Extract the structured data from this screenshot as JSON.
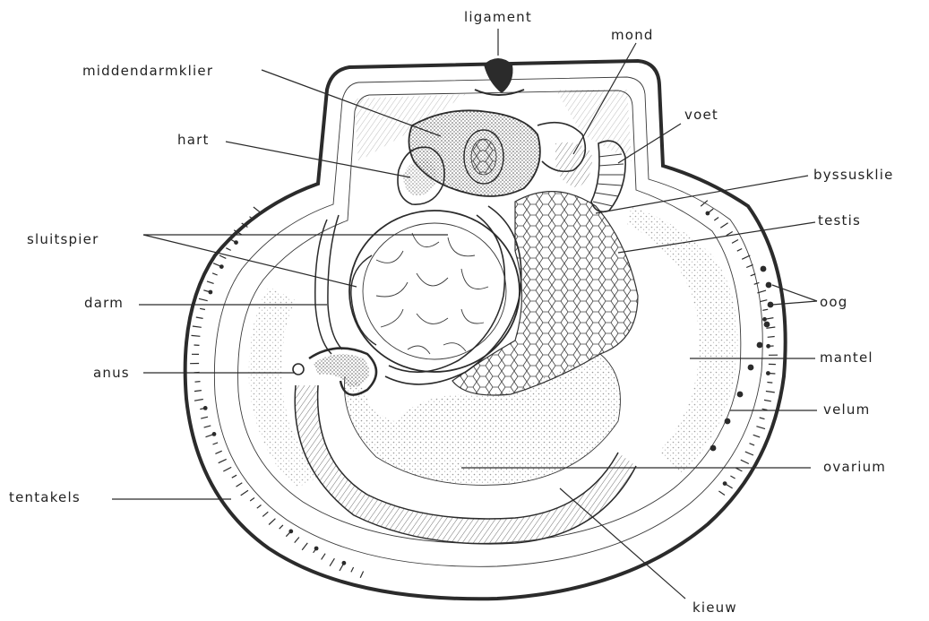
{
  "labels": {
    "ligament": "ligament",
    "mond": "mond",
    "middendarmklier": "middendarmklier",
    "voet": "voet",
    "hart": "hart",
    "byssusklie": "byssusklie",
    "testis": "testis",
    "sluitspier": "sluitspier",
    "oog": "oog",
    "darm": "darm",
    "mantel": "mantel",
    "anus": "anus",
    "velum": "velum",
    "ovarium": "ovarium",
    "tentakels": "tentakels",
    "kieuw": "kieuw"
  },
  "colors": {
    "ink": "#2b2b2b",
    "paper": "#ffffff",
    "stipple": "#555555"
  }
}
